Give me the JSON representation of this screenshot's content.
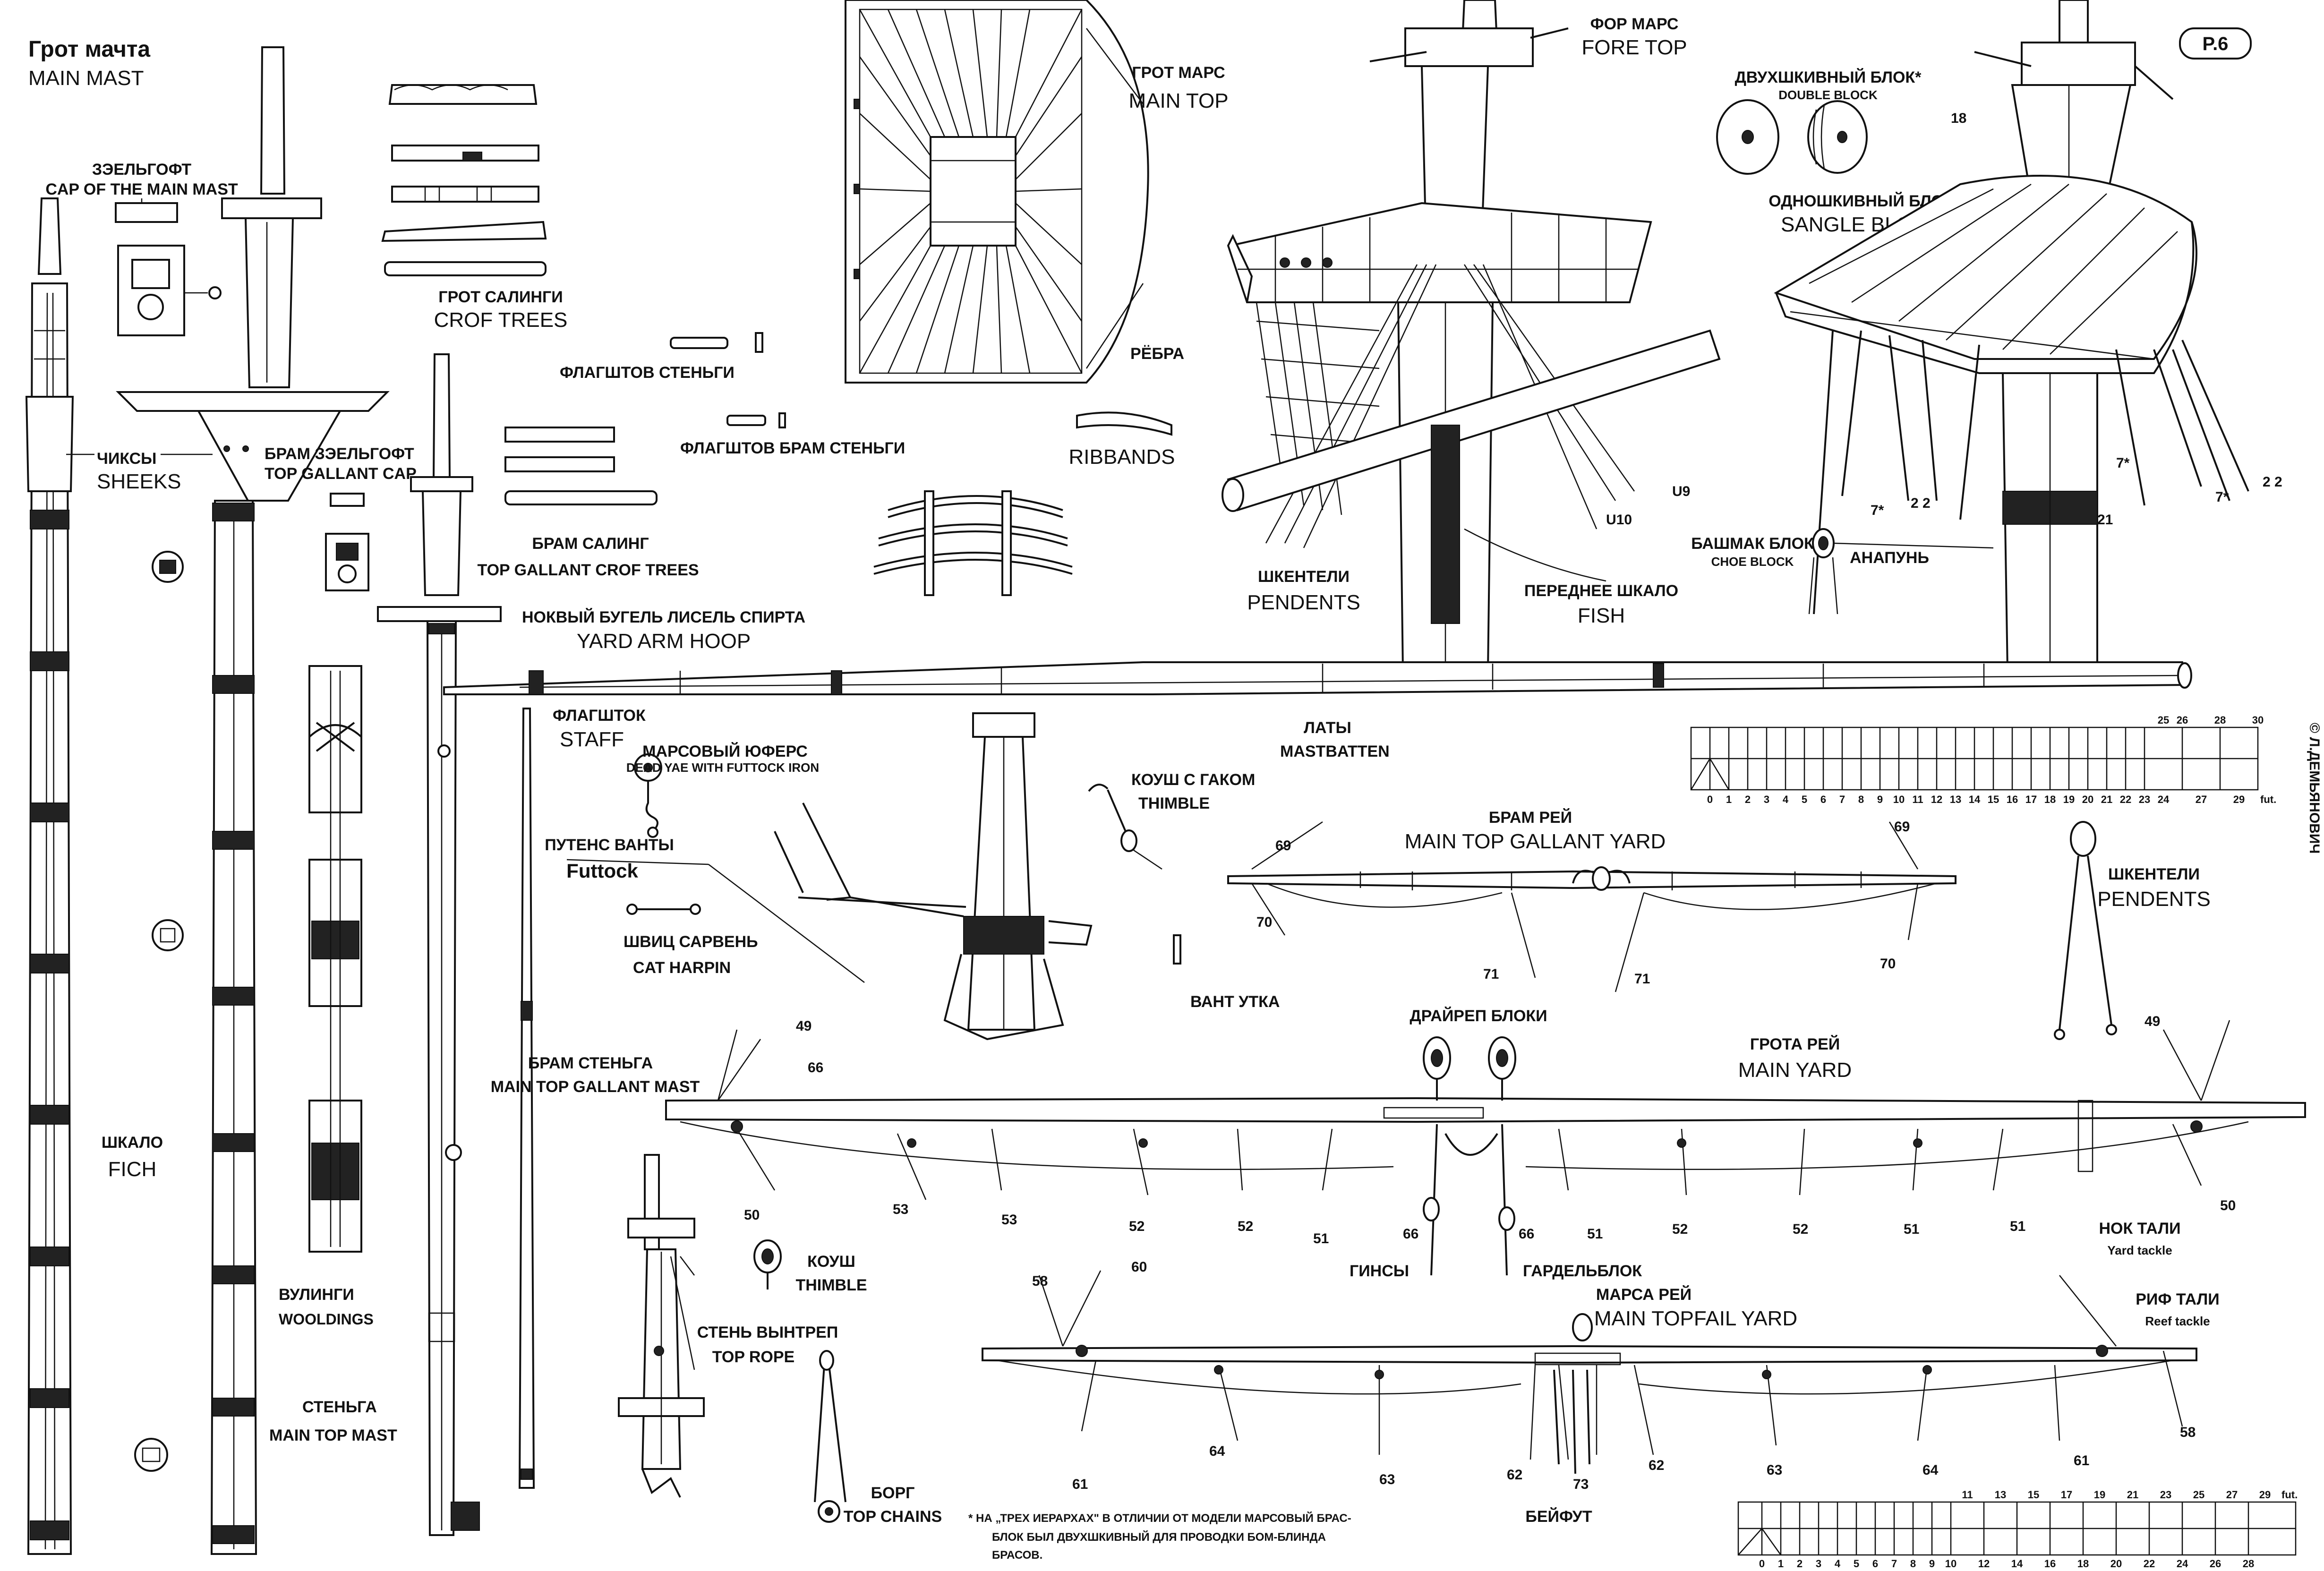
{
  "sheet": {
    "plate_label": "P.6",
    "copyright": "© Л.ДЕМЬЯНОВИЧ"
  },
  "labels": {
    "main_mast": {
      "ru": "Грот мачта",
      "en": "MAIN MAST"
    },
    "cap_main_mast": {
      "ru": "ЗЭЕЛЬГОФТ",
      "en": "CAP OF THE MAIN MAST"
    },
    "sheeks": {
      "ru": "ЧИКСЫ",
      "en": "SHEEKS"
    },
    "top_gallant_cap": {
      "ru": "БРАМ ЗЭЕЛЬГОФТ",
      "en": "TOP GALLANT CAP"
    },
    "fich": {
      "ru": "ШКАЛО",
      "en": "FICH"
    },
    "woldings": {
      "ru": "ВУЛИНГИ",
      "en": "WOOLDINGS"
    },
    "main_top_mast": {
      "ru": "СТЕНЬГА",
      "en": "MAIN TOP MAST"
    },
    "crof_trees": {
      "ru": "ГРОТ САЛИНГИ",
      "en": "CROF TREES"
    },
    "flagpole_topmast": {
      "ru": "ФЛАГШТОВ СТЕНЬГИ"
    },
    "flagpole_topgallant": {
      "ru": "ФЛАГШТОВ БРАМ СТЕНЬГИ"
    },
    "tg_crof_trees": {
      "ru": "БРАМ САЛИНГ",
      "en": "TOP GALLANT CROF TREES"
    },
    "main_top": {
      "ru": "ГРОТ МАРС",
      "en": "MAIN TOP"
    },
    "ribbands": {
      "ru": "РЁБРА",
      "en": "RIBBANDS"
    },
    "fore_top": {
      "ru": "ФОР МАРС",
      "en": "FORE TOP"
    },
    "double_block": {
      "ru": "ДВУХШКИВНЫЙ БЛОК*",
      "en": "DOUBLE BLOCK"
    },
    "single_block": {
      "ru": "ОДНОШКИВНЫЙ БЛОК",
      "en": "SANGLE BLOCK"
    },
    "shoe_block": {
      "ru": "БАШМАК БЛОК",
      "en": "CHOE BLOCK"
    },
    "anapun": {
      "ru": "АНАПУНЬ"
    },
    "pendents_top": {
      "ru": "ШКЕНТЕЛИ",
      "en": "PENDENTS"
    },
    "front_fish": {
      "ru": "ПЕРЕДНЕЕ ШКАЛО",
      "en": "FISH"
    },
    "yard_arm_hoop": {
      "ru": "НОКВЫЙ БУГЕЛЬ ЛИСЕЛЬ СПИРТА",
      "en": "YARD ARM HOOP"
    },
    "staff": {
      "ru": "ФЛАГШТОК",
      "en": "STAFF"
    },
    "dead_eye": {
      "ru": "МАРСОВЫЙ ЮФЕРС",
      "en": "DEAD YAE WITH FUTTOCK IRON"
    },
    "futtock": {
      "ru": "ПУТЕНС ВАНТЫ",
      "en": "Futtock"
    },
    "cat_harpin": {
      "ru": "ШВИЦ САРВЕНЬ",
      "en": "CAT HARPIN"
    },
    "thimble_hook": {
      "ru": "КОУШ С ГАКОМ",
      "en": "THIMBLE"
    },
    "shroud_cleat": {
      "ru": "ВАНТ УТКА"
    },
    "mastbatten": {
      "ru": "ЛАТЫ",
      "en": "MASTBATTEN"
    },
    "tg_yard": {
      "ru": "БРАМ РЕЙ",
      "en": "MAIN TOP GALLANT YARD"
    },
    "pendents_right": {
      "ru": "ШКЕНТЕЛИ",
      "en": "PENDENTS"
    },
    "tg_mast": {
      "ru": "БРАМ СТЕНЬГА",
      "en": "MAIN TOP GALLANT MAST"
    },
    "drayrep": {
      "ru": "ДРАЙРЕП БЛОКИ"
    },
    "main_yard": {
      "ru": "ГРОТА РЕЙ",
      "en": "MAIN YARD"
    },
    "thimble": {
      "ru": "КОУШ",
      "en": "THIMBLE"
    },
    "top_rope": {
      "ru": "СТЕНЬ ВЫНТРЕП",
      "en": "TOP ROPE"
    },
    "top_chains": {
      "ru": "БОРГ",
      "en": "TOP CHAINS"
    },
    "ginsy": {
      "ru": "ГИНСЫ"
    },
    "gardel": {
      "ru": "ГАРДЕЛЬБЛОК"
    },
    "topsail_yard": {
      "ru": "МАРСА РЕЙ",
      "en": "MAIN TOPFAIL YARD"
    },
    "yard_tackle": {
      "ru": "НОК ТАЛИ",
      "en": "Yard tackle"
    },
    "reef_tackle": {
      "ru": "РИФ ТАЛИ",
      "en": "Reef tackle"
    },
    "beyfut": {
      "ru": "БЕЙФУТ"
    }
  },
  "footnote": {
    "line1": "* НА „ТРЕХ ИЕРАРХАХ\" В ОТЛИЧИИ ОТ МОДЕЛИ МАРСОВЫЙ БРАС-",
    "line2": "БЛОК БЫЛ ДВУХШКИВНЫЙ ДЛЯ ПРОВОДКИ БОМ-БЛИНДА",
    "line3": "БРАСОВ."
  },
  "callouts": {
    "c18": "18",
    "c21": "21",
    "c22a": "2 2",
    "c22b": "2 2",
    "c7a": "7*",
    "c7b": "7*",
    "c7c": "7*",
    "u9": "U9",
    "u10": "U10",
    "c69a": "69",
    "c69b": "69",
    "c70a": "70",
    "c70b": "70",
    "c71a": "71",
    "c71b": "71",
    "c49a": "49",
    "c66a": "66",
    "c49b": "49",
    "c50a": "50",
    "c50b": "50",
    "c53a": "53",
    "c53b": "53",
    "c52a": "52",
    "c52b": "52",
    "c52c": "52",
    "c52d": "52",
    "c51a": "51",
    "c51b": "51",
    "c51c": "51",
    "c51d": "51",
    "c66b": "66",
    "c66c": "66",
    "c58a": "58",
    "c60": "60",
    "c58b": "58",
    "c64a": "64",
    "c64b": "64",
    "c61a": "61",
    "c61b": "61",
    "c63a": "63",
    "c63b": "63",
    "c62a": "62",
    "c62b": "62",
    "c73": "73"
  },
  "scale_top": {
    "ticks": [
      "0",
      "1",
      "2",
      "3",
      "4",
      "5",
      "6",
      "7",
      "8",
      "9",
      "10",
      "11",
      "12",
      "13",
      "14",
      "15",
      "16",
      "17",
      "18",
      "19",
      "20",
      "21",
      "22",
      "23",
      "24"
    ],
    "upper_ticks": [
      "25",
      "26",
      "28",
      "30"
    ],
    "end_ticks": [
      "27",
      "29"
    ],
    "unit": "fut."
  },
  "scale_bottom": {
    "ticks": [
      "0",
      "1",
      "2",
      "3",
      "4",
      "5",
      "6",
      "7",
      "8",
      "9",
      "10",
      "12",
      "14",
      "16",
      "18",
      "20",
      "22",
      "24",
      "26",
      "28"
    ],
    "upper_ticks": [
      "11",
      "13",
      "15",
      "17",
      "19",
      "21",
      "23",
      "25",
      "27",
      "29"
    ],
    "unit": "fut."
  }
}
